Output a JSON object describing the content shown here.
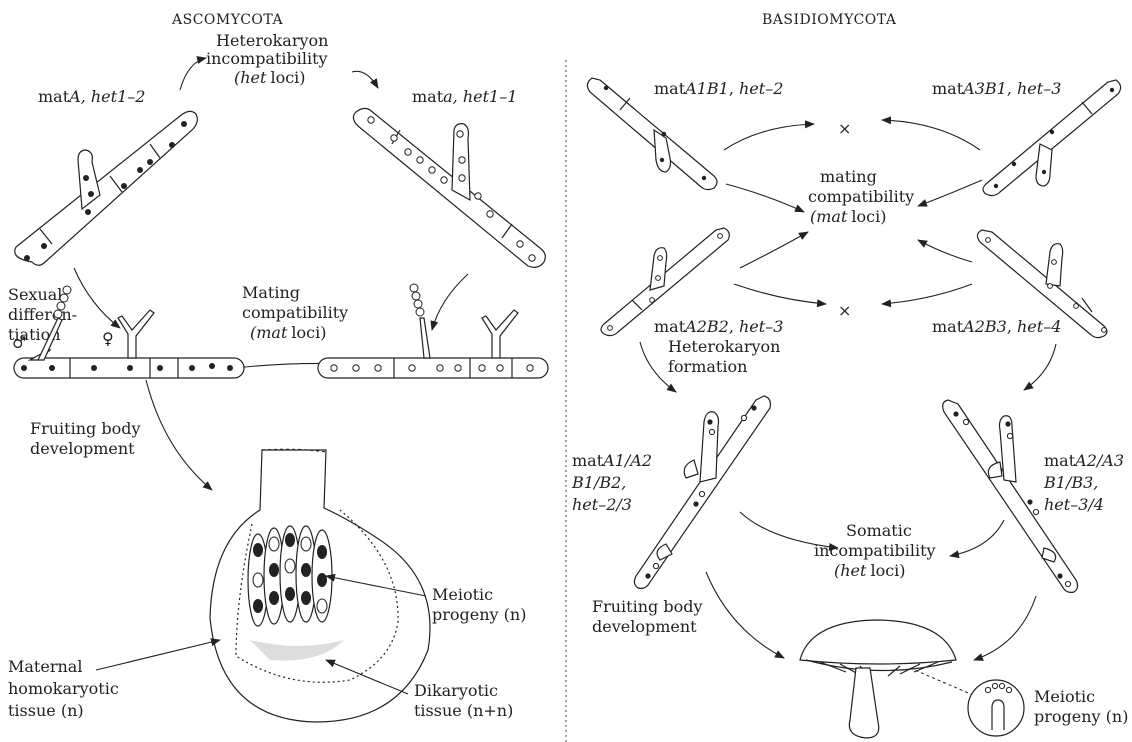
{
  "headers": {
    "left": "ASCOMYCOTA",
    "right": "BASIDIOMYCOTA"
  },
  "asco": {
    "strain1": {
      "pre": "mat",
      "it": "A, het1–2"
    },
    "strain2": {
      "pre": "mat",
      "it": "a, het1–1"
    },
    "het_incomp": [
      "Heterokaryon",
      "incompatibility",
      "(het",
      "loci)"
    ],
    "sexual_diff": [
      "Sexual",
      "differen-",
      "tiation"
    ],
    "mating_comp": [
      "Mating",
      "compatibility",
      "(mat",
      "loci)"
    ],
    "male_symbol": "♂",
    "female_symbol": "♀",
    "fruiting": [
      "Fruiting body",
      "development"
    ],
    "meiotic": [
      "Meiotic",
      "progeny (n)"
    ],
    "maternal": [
      "Maternal",
      "homokaryotic",
      "tissue (n)"
    ],
    "dikaryotic": [
      "Dikaryotic",
      "tissue (n+n)"
    ]
  },
  "basidio": {
    "s1": {
      "pre": "mat",
      "it": "A1B1",
      "post": ", ",
      "it2": "het–2"
    },
    "s2": {
      "pre": "mat",
      "it": "A3B1",
      "post": ", ",
      "it2": "het–3"
    },
    "s3": {
      "pre": "mat",
      "it": "A2B2",
      "post": ", ",
      "it2": "het–3"
    },
    "s4": {
      "pre": "mat",
      "it": "A2B3",
      "post": ", ",
      "it2": "het–4"
    },
    "mating_comp": [
      "mating",
      "compatibility",
      "(mat",
      "loci)"
    ],
    "het_formation": [
      "Heterokaryon",
      "formation"
    ],
    "hk1": [
      "A1/A2",
      "B1/B2,",
      "het–2/3"
    ],
    "hk2": [
      "A2/A3",
      "B1/B3,",
      "het–3/4"
    ],
    "mat_prefix": "mat",
    "somatic": [
      "Somatic",
      "incompatibility",
      "(het",
      "loci)"
    ],
    "fruiting": [
      "Fruiting body",
      "development"
    ],
    "meiotic": [
      "Meiotic",
      "progeny (n)"
    ],
    "cross_symbol": "×"
  }
}
